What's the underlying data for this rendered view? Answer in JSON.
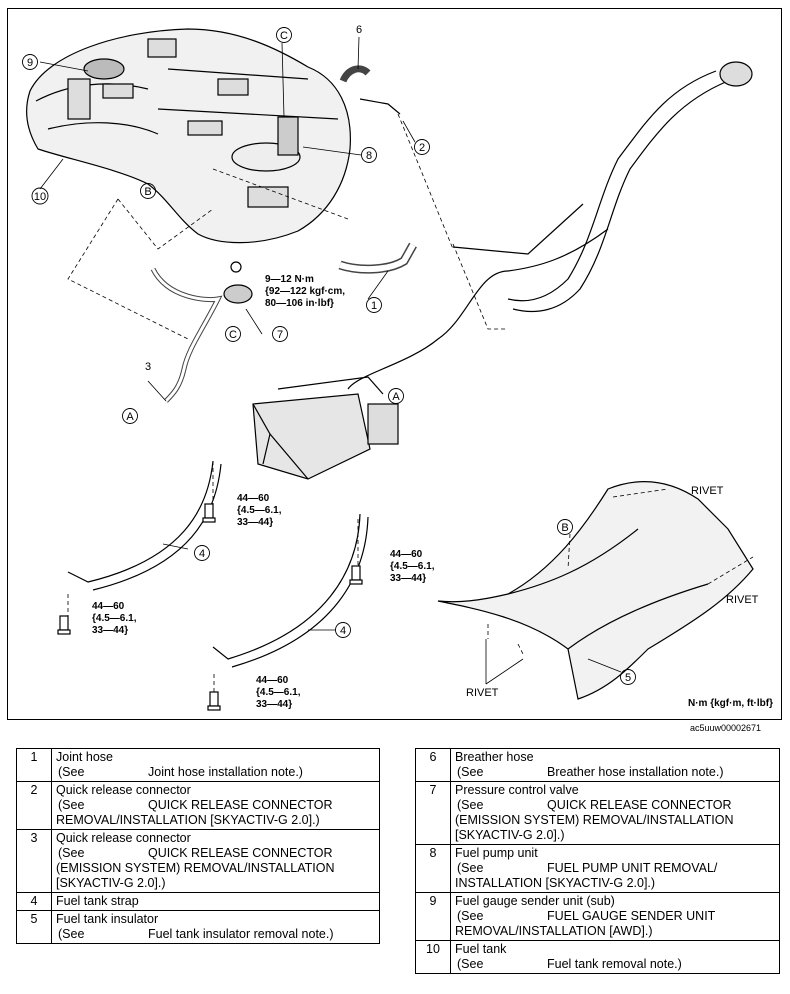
{
  "diagram": {
    "callouts": {
      "c1": "1",
      "c2": "2",
      "c3": "3",
      "c4a": "4",
      "c4b": "4",
      "c5": "5",
      "c6": "6",
      "c7": "7",
      "c8": "8",
      "c9": "9",
      "c10": "10"
    },
    "refs": {
      "A1": "A",
      "A2": "A",
      "B1": "B",
      "B2": "B",
      "C1": "C",
      "C2": "C"
    },
    "torque_pcv": "9—12 N·m\n{92—122 kgf·cm,\n80—106 in·lbf}",
    "torque_strap_1": "44—60\n{4.5—6.1,\n33—44}",
    "torque_strap_2": "44—60\n{4.5—6.1,\n33—44}",
    "torque_strap_3": "44—60\n{4.5—6.1,\n33—44}",
    "torque_strap_4": "44—60\n{4.5—6.1,\n33—44}",
    "rivet_1": "RIVET",
    "rivet_2": "RIVET",
    "rivet_3": "RIVET",
    "units": "N·m {kgf·m, ft·lbf}",
    "doc_id": "ac5uuw00002671"
  },
  "legend_left": [
    {
      "num": "1",
      "title": "Joint hose",
      "see": "(See",
      "desc": "Joint hose installation note.)",
      "extra": []
    },
    {
      "num": "2",
      "title": "Quick release connector",
      "see": "(See",
      "desc": "QUICK RELEASE CONNECTOR",
      "extra": [
        "REMOVAL/INSTALLATION [SKYACTIV-G 2.0].)"
      ]
    },
    {
      "num": "3",
      "title": "Quick release connector",
      "see": "(See",
      "desc": "QUICK RELEASE CONNECTOR",
      "extra": [
        "(EMISSION SYSTEM) REMOVAL/INSTALLATION",
        "[SKYACTIV-G 2.0].)"
      ]
    },
    {
      "num": "4",
      "title": "Fuel tank strap",
      "see": "",
      "desc": "",
      "extra": []
    },
    {
      "num": "5",
      "title": "Fuel tank insulator",
      "see": "(See",
      "desc": "Fuel tank insulator removal note.)",
      "extra": []
    }
  ],
  "legend_right": [
    {
      "num": "6",
      "title": "Breather hose",
      "see": "(See",
      "desc": "Breather hose installation note.)",
      "extra": []
    },
    {
      "num": "7",
      "title": "Pressure control valve",
      "see": "(See",
      "desc": "QUICK RELEASE CONNECTOR",
      "extra": [
        "(EMISSION SYSTEM) REMOVAL/INSTALLATION",
        "[SKYACTIV-G 2.0].)"
      ]
    },
    {
      "num": "8",
      "title": "Fuel pump unit",
      "see": "(See",
      "desc": "FUEL PUMP UNIT REMOVAL/",
      "extra": [
        "INSTALLATION [SKYACTIV-G 2.0].)"
      ]
    },
    {
      "num": "9",
      "title": "Fuel gauge sender unit (sub)",
      "see": "(See",
      "desc": "FUEL GAUGE SENDER UNIT",
      "extra": [
        "REMOVAL/INSTALLATION [AWD].)"
      ]
    },
    {
      "num": "10",
      "title": "Fuel tank",
      "see": "(See",
      "desc": "Fuel tank removal note.)",
      "extra": []
    }
  ]
}
